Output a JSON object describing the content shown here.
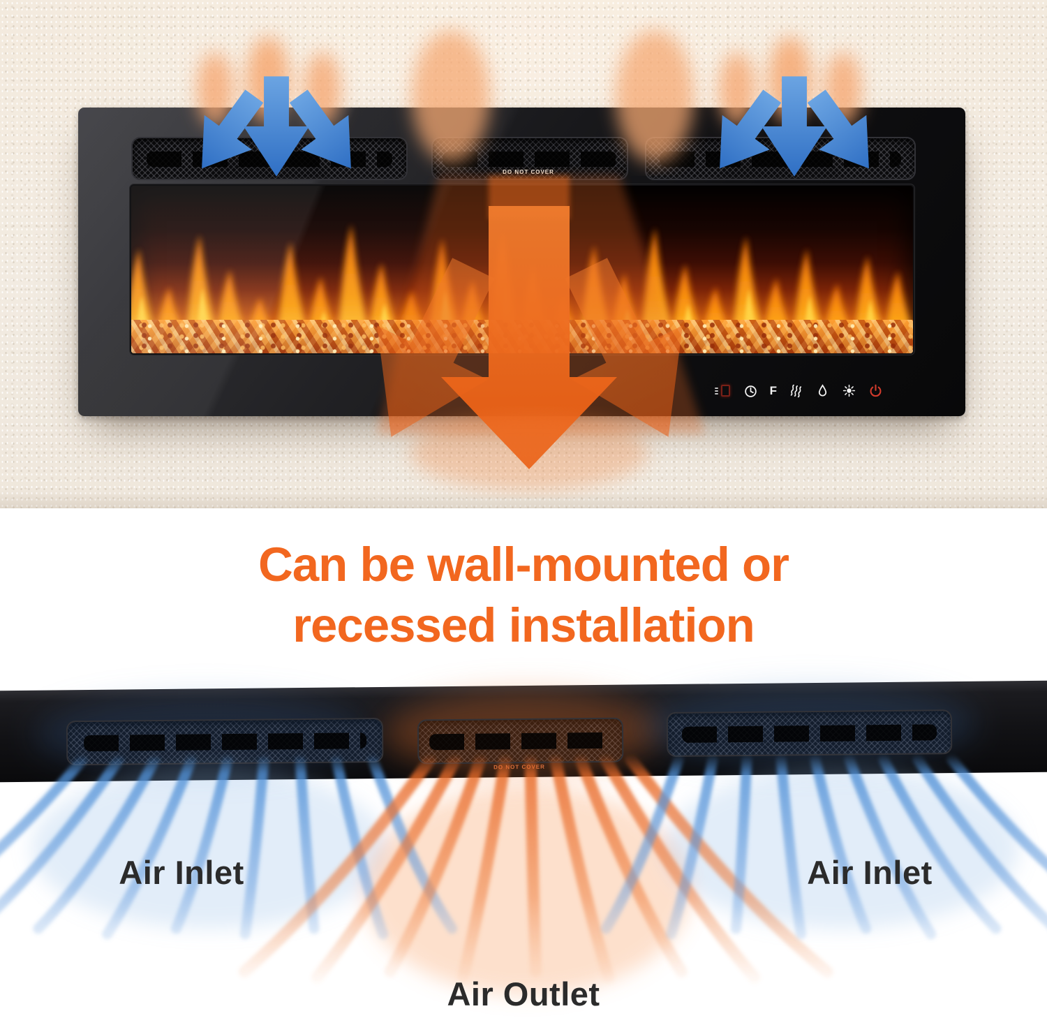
{
  "top_diagram": {
    "description": "Wall-mounted electric fireplace with cool air entering top side vents and warm air blowing out of the center vent",
    "vent_warning_label": "DO NOT COVER",
    "control_panel": {
      "flame_mode_label": "F",
      "icons": [
        "led-display",
        "timer-icon",
        "flame-mode-label",
        "heater-icon",
        "flame-color-icon",
        "brightness-icon",
        "power-icon"
      ]
    }
  },
  "heading": {
    "line1": "Can be wall-mounted or",
    "line2": "recessed installation"
  },
  "bottom_diagram": {
    "vent_warning_label": "DO NOT COVER",
    "left_label": "Air Inlet",
    "center_label": "Air Outlet",
    "right_label": "Air Inlet"
  },
  "colors": {
    "accent_orange": "#F2671F",
    "arrow_blue": "#3B80D2",
    "flow_orange": "#EE6A24",
    "wall": "#F0E9DE",
    "label_text": "#2B2B2B"
  }
}
